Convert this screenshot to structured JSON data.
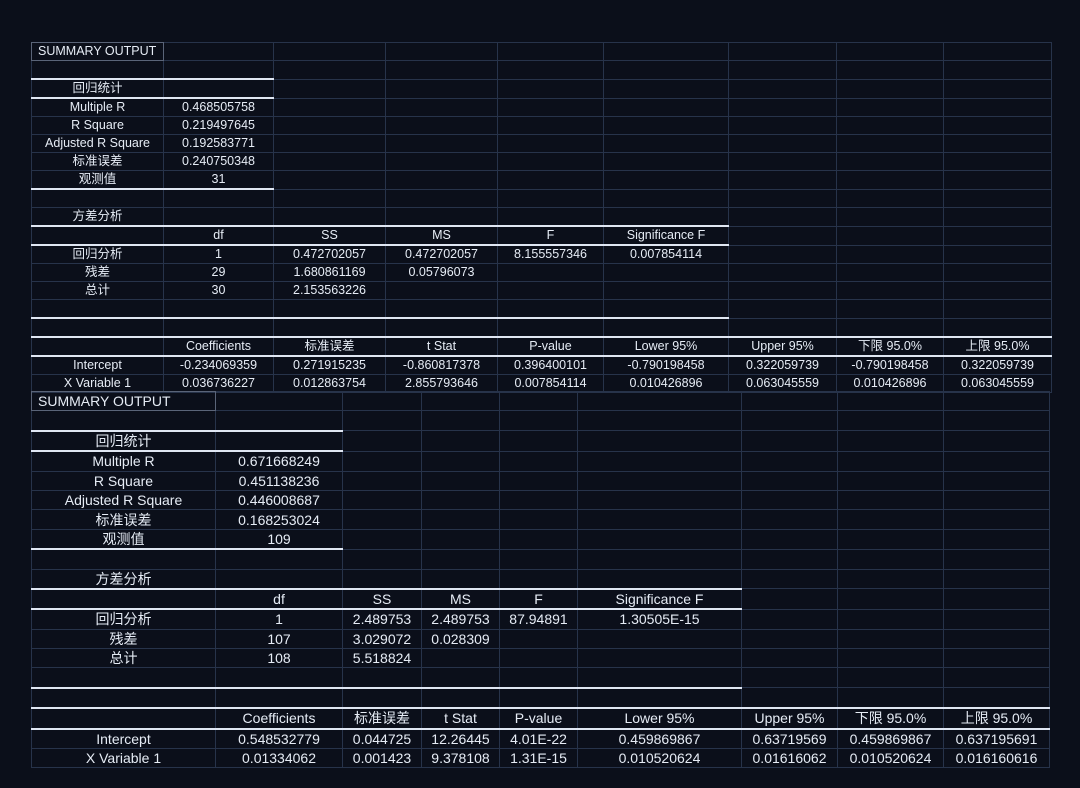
{
  "tables": [
    {
      "title": "SUMMARY OUTPUT",
      "reg_stats_header": "回归统计",
      "reg_stats": [
        {
          "label": "Multiple R",
          "value": "0.468505758"
        },
        {
          "label": "R Square",
          "value": "0.219497645"
        },
        {
          "label": "Adjusted R Square",
          "value": "0.192583771"
        },
        {
          "label": "标准误差",
          "value": "0.240750348"
        },
        {
          "label": "观测值",
          "value": "31"
        }
      ],
      "anova_header": "方差分析",
      "anova_columns": [
        "df",
        "SS",
        "MS",
        "F",
        "Significance F"
      ],
      "anova_rows": [
        {
          "label": "回归分析",
          "cells": [
            "1",
            "0.472702057",
            "0.472702057",
            "8.155557346",
            "0.007854114"
          ]
        },
        {
          "label": "残差",
          "cells": [
            "29",
            "1.680861169",
            "0.05796073",
            "",
            ""
          ]
        },
        {
          "label": "总计",
          "cells": [
            "30",
            "2.153563226",
            "",
            "",
            ""
          ]
        }
      ],
      "coef_columns": [
        "Coefficients",
        "标准误差",
        "t Stat",
        "P-value",
        "Lower 95%",
        "Upper 95%",
        "下限 95.0%",
        "上限 95.0%"
      ],
      "coef_rows": [
        {
          "label": "Intercept",
          "cells": [
            "-0.234069359",
            "0.271915235",
            "-0.860817378",
            "0.396400101",
            "-0.790198458",
            "0.322059739",
            "-0.790198458",
            "0.322059739"
          ]
        },
        {
          "label": "X Variable 1",
          "cells": [
            "0.036736227",
            "0.012863754",
            "2.855793646",
            "0.007854114",
            "0.010426896",
            "0.063045559",
            "0.010426896",
            "0.063045559"
          ]
        }
      ]
    },
    {
      "title": "SUMMARY OUTPUT",
      "reg_stats_header": "回归统计",
      "reg_stats": [
        {
          "label": "Multiple R",
          "value": "0.671668249"
        },
        {
          "label": "R Square",
          "value": "0.451138236"
        },
        {
          "label": "Adjusted R Square",
          "value": "0.446008687"
        },
        {
          "label": "标准误差",
          "value": "0.168253024"
        },
        {
          "label": "观测值",
          "value": "109"
        }
      ],
      "anova_header": "方差分析",
      "anova_columns": [
        "df",
        "SS",
        "MS",
        "F",
        "Significance F"
      ],
      "anova_rows": [
        {
          "label": "回归分析",
          "cells": [
            "1",
            "2.489753",
            "2.489753",
            "87.94891",
            "1.30505E-15"
          ]
        },
        {
          "label": "残差",
          "cells": [
            "107",
            "3.029072",
            "0.028309",
            "",
            ""
          ]
        },
        {
          "label": "总计",
          "cells": [
            "108",
            "5.518824",
            "",
            "",
            ""
          ]
        }
      ],
      "coef_columns": [
        "Coefficients",
        "标准误差",
        "t Stat",
        "P-value",
        "Lower 95%",
        "Upper 95%",
        "下限 95.0%",
        "上限 95.0%"
      ],
      "coef_rows": [
        {
          "label": "Intercept",
          "cells": [
            "0.548532779",
            "0.044725",
            "12.26445",
            "4.01E-22",
            "0.459869867",
            "0.63719569",
            "0.459869867",
            "0.637195691"
          ]
        },
        {
          "label": "X Variable 1",
          "cells": [
            "0.01334062",
            "0.001423",
            "9.378108",
            "1.31E-15",
            "0.010520624",
            "0.01616062",
            "0.010520624",
            "0.016160616"
          ]
        }
      ]
    }
  ]
}
